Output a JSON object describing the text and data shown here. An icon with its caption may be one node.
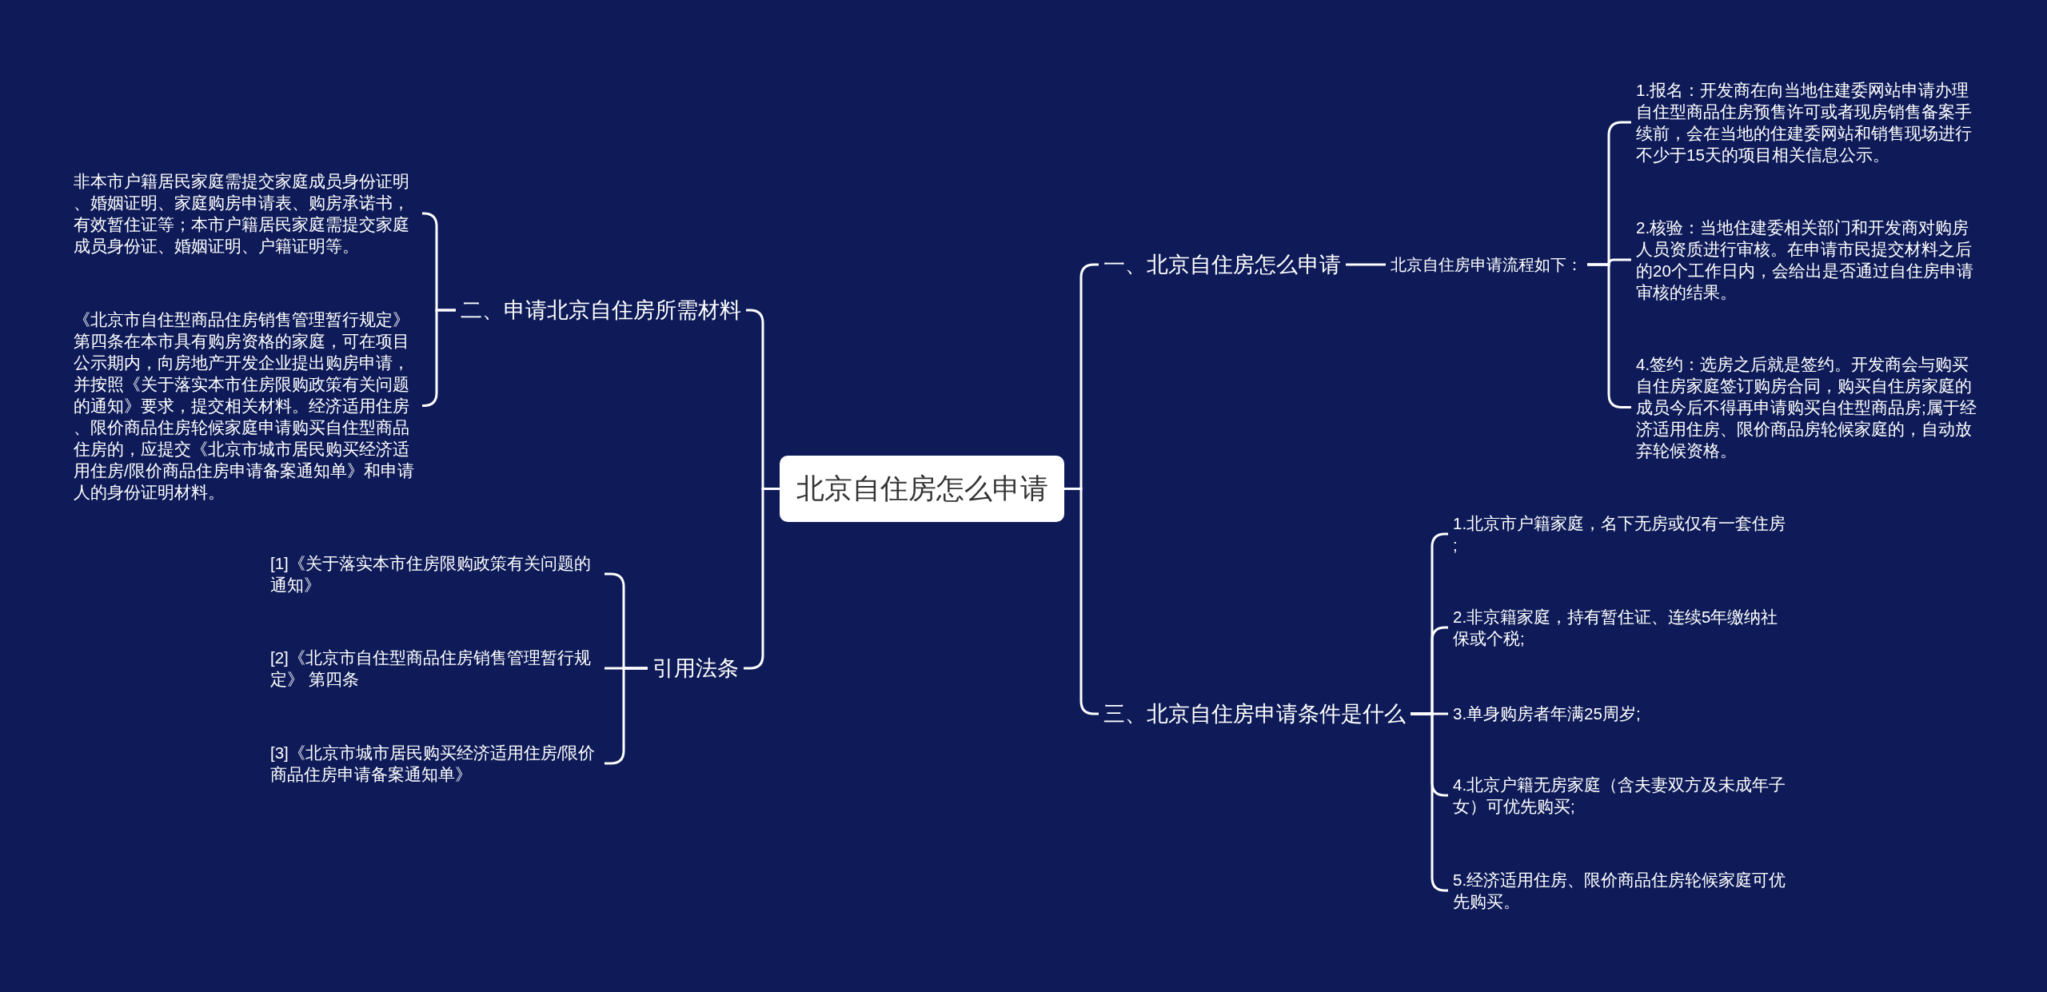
{
  "diagram": {
    "nodes": [
      {
        "text": [
          "北京自住房怎么申请"
        ]
      },
      {
        "text": [
          "一、北京自住房怎么申请"
        ]
      },
      {
        "text": [
          "北京自住房申请流程如下："
        ]
      },
      {
        "text": [
          "1.报名：开发商在向当地住建委网站申请办理自住型商品住房预售许可或者现房销售备案手续前，会在当地的住建委网站和销售现场进行不少于15天的项目相关信息公示。"
        ]
      },
      {
        "text": [
          "2.核验：当地住建委相关部门和开发商对购房人员资质进行审核。在申请市民提交材料之后的20个工作日内，会给出是否通过自住房申请审核的结果。"
        ]
      },
      {
        "text": [
          "4.签约：选房之后就是签约。开发商会与购买自住房家庭签订购房合同，购买自住房家庭的成员今后不得再申请购买自住型商品房;属于经济适用住房、限价商品房轮候家庭的，自动放弃轮候资格。"
        ]
      },
      {
        "text": [
          "二、申请北京自住房所需材料"
        ]
      },
      {
        "text": [
          "非本市户籍居民家庭需提交家庭成员身份证明、婚姻证明、家庭购房申请表、购房承诺书，有效暂住证等；本市户籍居民家庭需提交家庭成员身份证、婚姻证明、户籍证明等。"
        ]
      },
      {
        "text": [
          "《北京市自住型商品住房销售管理暂行规定》第四条在本市具有购房资格的家庭，可在项目公示期内，向房地产开发企业提出购房申请，并按照《关于落实本市住房限购政策有关问题的通知》要求，提交相关材料。经济适用住房、限价商品住房轮候家庭申请购买自住型商品住房的，应提交《北京市城市居民购买经济适用住房/限价商品住房申请备案通知单》和申请人的身份证明材料。"
        ]
      },
      {
        "text": [
          "引用法条"
        ]
      },
      {
        "text": [
          "[1]《关于落实本市住房限购政策有关问题的通知》"
        ]
      },
      {
        "text": [
          "[2]《北京市自住型商品住房销售管理暂行规定》 第四条"
        ]
      },
      {
        "text": [
          "[3]《北京市城市居民购买经济适用住房/限价商品住房申请备案通知单》"
        ]
      },
      {
        "text": [
          "三、北京自住房申请条件是什么"
        ]
      },
      {
        "text": [
          "1.北京市户籍家庭，名下无房或仅有一套住房;"
        ]
      },
      {
        "text": [
          "2.非京籍家庭，持有暂住证、连续5年缴纳社保或个税;"
        ]
      },
      {
        "text": [
          "3.单身购房者年满25周岁;"
        ]
      },
      {
        "text": [
          "4.北京户籍无房家庭（含夫妻双方及未成年子女）可优先购买;"
        ]
      },
      {
        "text": [
          "5.经济适用住房、限价商品住房轮候家庭可优先购买。"
        ]
      }
    ],
    "edges": [
      {
        "from": 0,
        "to": 1,
        "arrow": "none"
      },
      {
        "from": 1,
        "to": 2,
        "arrow": "none"
      },
      {
        "from": 2,
        "to": 3,
        "arrow": "none"
      },
      {
        "from": 2,
        "to": 4,
        "arrow": "none"
      },
      {
        "from": 2,
        "to": 5,
        "arrow": "none"
      },
      {
        "from": 0,
        "to": 6,
        "arrow": "none"
      },
      {
        "from": 6,
        "to": 7,
        "arrow": "none"
      },
      {
        "from": 6,
        "to": 8,
        "arrow": "none"
      },
      {
        "from": 0,
        "to": 9,
        "arrow": "none"
      },
      {
        "from": 9,
        "to": 10,
        "arrow": "none"
      },
      {
        "from": 9,
        "to": 11,
        "arrow": "none"
      },
      {
        "from": 9,
        "to": 12,
        "arrow": "none"
      },
      {
        "from": 0,
        "to": 13,
        "arrow": "none"
      },
      {
        "from": 13,
        "to": 14,
        "arrow": "none"
      },
      {
        "from": 13,
        "to": 15,
        "arrow": "none"
      },
      {
        "from": 13,
        "to": 16,
        "arrow": "none"
      },
      {
        "from": 13,
        "to": 17,
        "arrow": "none"
      },
      {
        "from": 13,
        "to": 18,
        "arrow": "none"
      }
    ]
  }
}
